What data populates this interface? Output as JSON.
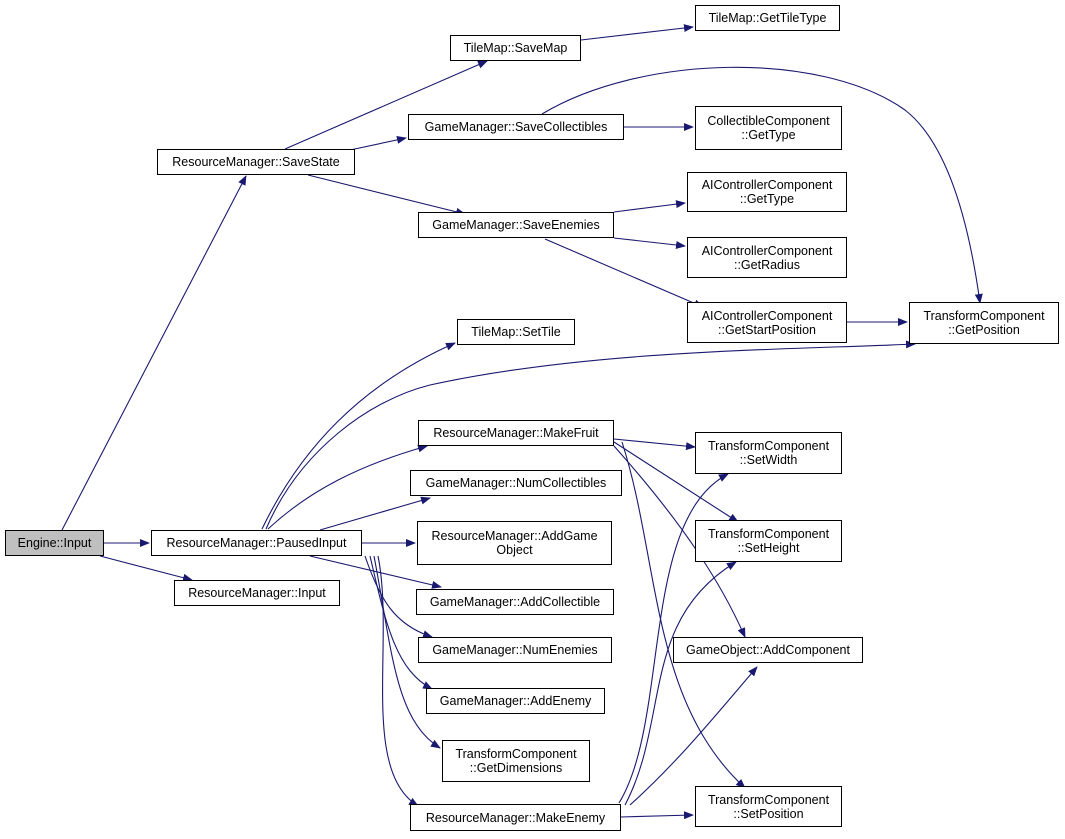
{
  "diagram": {
    "colors": {
      "edge": "#191970",
      "border": "#000000",
      "root_fill": "#bfbfbf",
      "node_fill": "#ffffff"
    },
    "nodes": {
      "engine_input": "Engine::Input",
      "rm_savestate": "ResourceManager::SaveState",
      "rm_pausedinput": "ResourceManager::PausedInput",
      "rm_input": "ResourceManager::Input",
      "tm_savemap": "TileMap::SaveMap",
      "tm_gettiletype": "TileMap::GetTileType",
      "gm_savecollectibles": "GameManager::SaveCollectibles",
      "cc_gettype": "CollectibleComponent\n::GetType",
      "gm_saveenemies": "GameManager::SaveEnemies",
      "ai_gettype": "AIControllerComponent\n::GetType",
      "ai_getradius": "AIControllerComponent\n::GetRadius",
      "ai_getstartposition": "AIControllerComponent\n::GetStartPosition",
      "tc_getposition": "TransformComponent\n::GetPosition",
      "tm_settile": "TileMap::SetTile",
      "rm_makefruit": "ResourceManager::MakeFruit",
      "gm_numcollectibles": "GameManager::NumCollectibles",
      "rm_addgameobject": "ResourceManager::AddGame\nObject",
      "gm_addcollectible": "GameManager::AddCollectible",
      "gm_numenemies": "GameManager::NumEnemies",
      "gm_addenemy": "GameManager::AddEnemy",
      "tc_getdimensions": "TransformComponent\n::GetDimensions",
      "rm_makeenemy": "ResourceManager::MakeEnemy",
      "tc_setwidth": "TransformComponent\n::SetWidth",
      "tc_setheight": "TransformComponent\n::SetHeight",
      "go_addcomponent": "GameObject::AddComponent",
      "tc_setposition": "TransformComponent\n::SetPosition"
    }
  }
}
